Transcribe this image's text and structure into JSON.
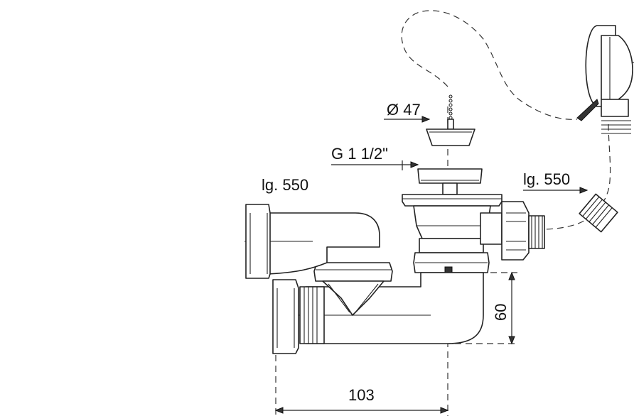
{
  "labels": {
    "diameter": "Ø 47",
    "thread": "G 1 1/2\"",
    "length_left": "lg. 550",
    "length_right": "lg. 550",
    "height": "60",
    "width": "103"
  }
}
